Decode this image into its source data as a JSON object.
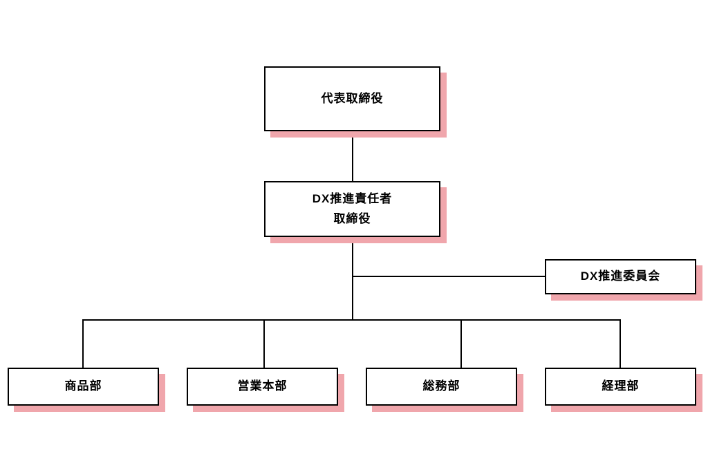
{
  "colors": {
    "bg": "#ffffff",
    "fill": "#ffffff",
    "border": "#000000",
    "shadow": "#f0a6ac",
    "line": "#000000",
    "text": "#000000"
  },
  "nodes": {
    "ceo": {
      "label": "代表取締役"
    },
    "dx_lead": {
      "line1": "DX推進責任者",
      "line2": "取締役"
    },
    "dx_committee": {
      "label": "DX推進委員会"
    },
    "product_dept": {
      "label": "商品部"
    },
    "sales_hq": {
      "label": "営業本部"
    },
    "general_affairs_dept": {
      "label": "総務部"
    },
    "accounting_dept": {
      "label": "経理部"
    }
  },
  "edges": [
    {
      "from": "代表取締役",
      "to": "DX推進責任者 取締役"
    },
    {
      "from": "DX推進責任者 取締役",
      "to": "DX推進委員会"
    },
    {
      "from": "DX推進責任者 取締役",
      "to": "商品部"
    },
    {
      "from": "DX推進責任者 取締役",
      "to": "営業本部"
    },
    {
      "from": "DX推進責任者 取締役",
      "to": "総務部"
    },
    {
      "from": "DX推進責任者 取締役",
      "to": "経理部"
    }
  ]
}
